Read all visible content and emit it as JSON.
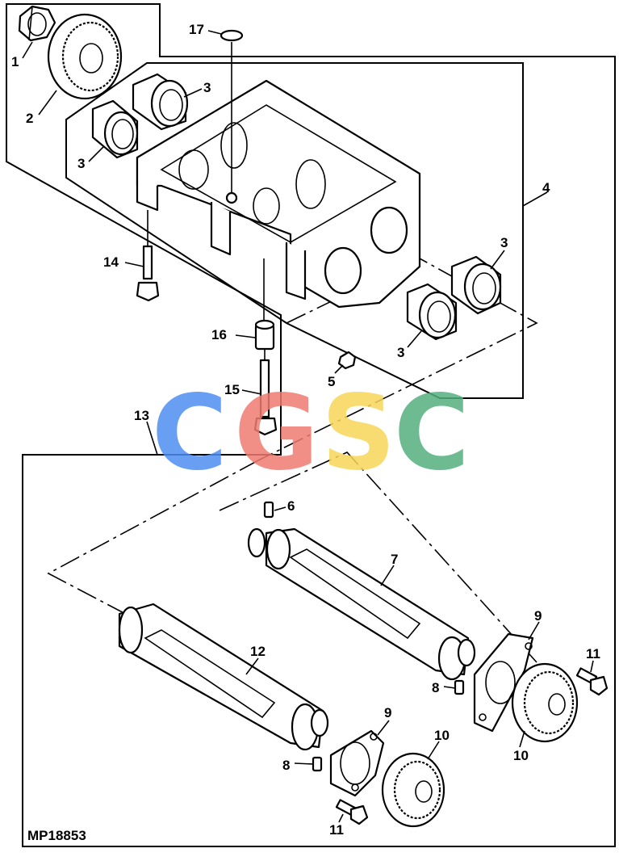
{
  "diagram": {
    "figure_id": "MP18853",
    "watermark": {
      "letters": [
        "C",
        "G",
        "S",
        "C"
      ],
      "colors": [
        "#4f8ff0",
        "#ef7c72",
        "#f7d65a",
        "#55b07e"
      ]
    },
    "callouts": [
      {
        "id": "c1",
        "label": "1"
      },
      {
        "id": "c2",
        "label": "2"
      },
      {
        "id": "c3a",
        "label": "3"
      },
      {
        "id": "c3b",
        "label": "3"
      },
      {
        "id": "c3c",
        "label": "3"
      },
      {
        "id": "c3d",
        "label": "3"
      },
      {
        "id": "c4",
        "label": "4"
      },
      {
        "id": "c5",
        "label": "5"
      },
      {
        "id": "c6",
        "label": "6"
      },
      {
        "id": "c7",
        "label": "7"
      },
      {
        "id": "c8a",
        "label": "8"
      },
      {
        "id": "c8b",
        "label": "8"
      },
      {
        "id": "c9a",
        "label": "9"
      },
      {
        "id": "c9b",
        "label": "9"
      },
      {
        "id": "c10a",
        "label": "10"
      },
      {
        "id": "c10b",
        "label": "10"
      },
      {
        "id": "c11a",
        "label": "11"
      },
      {
        "id": "c11b",
        "label": "11"
      },
      {
        "id": "c12",
        "label": "12"
      },
      {
        "id": "c13",
        "label": "13"
      },
      {
        "id": "c14",
        "label": "14"
      },
      {
        "id": "c15",
        "label": "15"
      },
      {
        "id": "c16",
        "label": "16"
      },
      {
        "id": "c17",
        "label": "17"
      }
    ]
  }
}
